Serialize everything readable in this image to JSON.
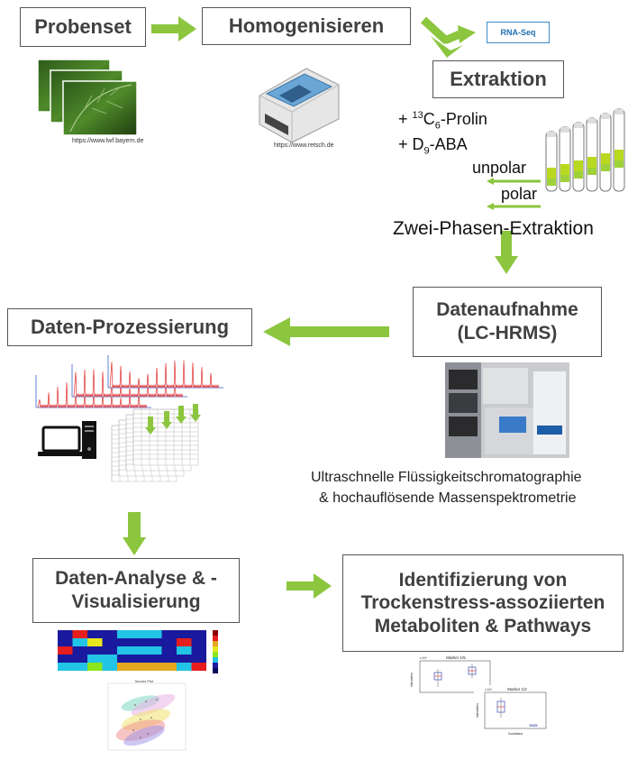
{
  "steps": {
    "probenset": "Probenset",
    "homogenisieren": "Homogenisieren",
    "rnaseq": "RNA-Seq",
    "extraktion": "Extraktion",
    "datenaufnahme_1": "Datenaufnahme",
    "datenaufnahme_2": "(LC-HRMS)",
    "prozessierung": "Daten-Prozessierung",
    "analyse_1": "Daten-Analyse & -",
    "analyse_2": "Visualisierung",
    "ident_1": "Identifizierung von",
    "ident_2": "Trockenstress-assoziierten",
    "ident_3": "Metaboliten & Pathways"
  },
  "sources": {
    "leaves": "https://www.lwf.bayern.de",
    "homogenizer": "https://www.retsch.de"
  },
  "extraction": {
    "prolin_prefix": "+ ",
    "prolin_sup": "13",
    "prolin_c": "C",
    "prolin_sub": "6",
    "prolin_rest": "-Prolin",
    "aba_prefix": "+ D",
    "aba_sub": "9",
    "aba_rest": "-ABA",
    "unpolar": "unpolar",
    "polar": "polar",
    "caption": "Zwei-Phasen-Extraktion"
  },
  "lcms_caption": {
    "line1": "Ultraschnelle Flüssigkeitschromatographie",
    "line2": "& hochauflösende Massenspektrometrie"
  },
  "pca": {
    "title": "Scores Plot"
  },
  "boxplots": {
    "plot1": {
      "title": "Marker 1/5",
      "exp": "x 10⁴",
      "ylabel": "Intensities"
    },
    "plot2": {
      "title": "Marker 1/2",
      "exp": "x 10⁴",
      "ylabel": "Intensities",
      "xlabel": "Conditions"
    }
  },
  "colors": {
    "arrow": "#8cc63f",
    "box_border": "#555555",
    "box_text": "#404040",
    "rna_border": "#3b8dc9"
  }
}
